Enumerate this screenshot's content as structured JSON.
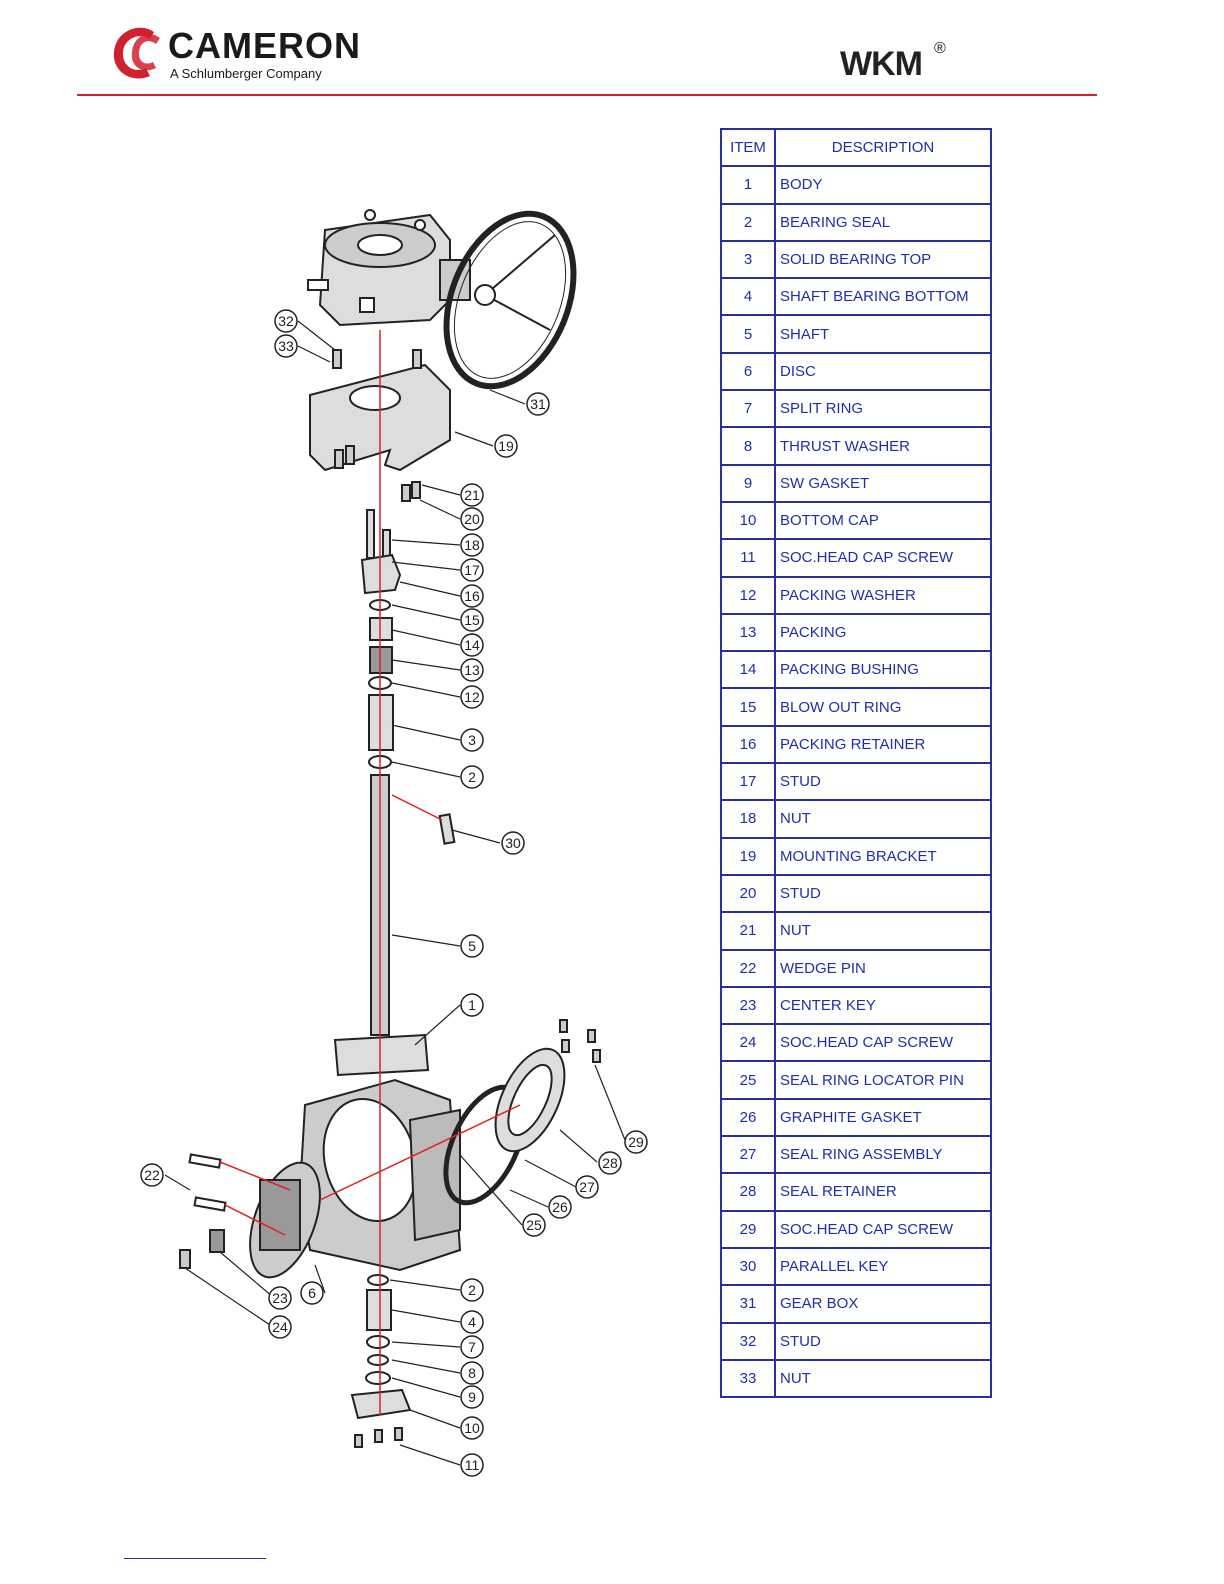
{
  "header": {
    "brand_name": "CAMERON",
    "brand_subtitle": "A Schlumberger Company",
    "logo_icon": "cameron-c-logo-icon",
    "product_brand": "WKM",
    "registered_mark": "®",
    "accent_color": "#d32030"
  },
  "parts_table": {
    "col_item": "ITEM",
    "col_description": "DESCRIPTION",
    "rows": [
      {
        "item": "1",
        "description": "BODY"
      },
      {
        "item": "2",
        "description": "BEARING  SEAL"
      },
      {
        "item": "3",
        "description": "SOLID BEARING TOP"
      },
      {
        "item": "4",
        "description": "SHAFT BEARING BOTTOM"
      },
      {
        "item": "5",
        "description": "SHAFT"
      },
      {
        "item": "6",
        "description": "DISC"
      },
      {
        "item": "7",
        "description": "SPLIT RING"
      },
      {
        "item": "8",
        "description": "THRUST WASHER"
      },
      {
        "item": "9",
        "description": "SW GASKET"
      },
      {
        "item": "10",
        "description": "BOTTOM CAP"
      },
      {
        "item": "11",
        "description": "SOC.HEAD CAP SCREW"
      },
      {
        "item": "12",
        "description": "PACKING  WASHER"
      },
      {
        "item": "13",
        "description": "PACKING"
      },
      {
        "item": "14",
        "description": "PACKING BUSHING"
      },
      {
        "item": "15",
        "description": "BLOW OUT RING"
      },
      {
        "item": "16",
        "description": "PACKING RETAINER"
      },
      {
        "item": "17",
        "description": "STUD"
      },
      {
        "item": "18",
        "description": "NUT"
      },
      {
        "item": "19",
        "description": "MOUNTING BRACKET"
      },
      {
        "item": "20",
        "description": "STUD"
      },
      {
        "item": "21",
        "description": "NUT"
      },
      {
        "item": "22",
        "description": "WEDGE PIN"
      },
      {
        "item": "23",
        "description": "CENTER KEY"
      },
      {
        "item": "24",
        "description": "SOC.HEAD CAP SCREW"
      },
      {
        "item": "25",
        "description": "SEAL RING LOCATOR PIN"
      },
      {
        "item": "26",
        "description": "GRAPHITE GASKET"
      },
      {
        "item": "27",
        "description": "SEAL RING ASSEMBLY"
      },
      {
        "item": "28",
        "description": "SEAL RETAINER"
      },
      {
        "item": "29",
        "description": "SOC.HEAD CAP SCREW"
      },
      {
        "item": "30",
        "description": "PARALLEL KEY"
      },
      {
        "item": "31",
        "description": "GEAR BOX"
      },
      {
        "item": "32",
        "description": "STUD"
      },
      {
        "item": "33",
        "description": "NUT"
      }
    ]
  },
  "diagram": {
    "callouts": [
      "32",
      "33",
      "31",
      "19",
      "21",
      "20",
      "18",
      "17",
      "16",
      "15",
      "14",
      "13",
      "12",
      "3",
      "2",
      "30",
      "5",
      "1",
      "29",
      "28",
      "27",
      "26",
      "25",
      "22",
      "6",
      "23",
      "24",
      "2",
      "4",
      "7",
      "8",
      "9",
      "10",
      "11"
    ],
    "axis_color": "#e02020"
  }
}
